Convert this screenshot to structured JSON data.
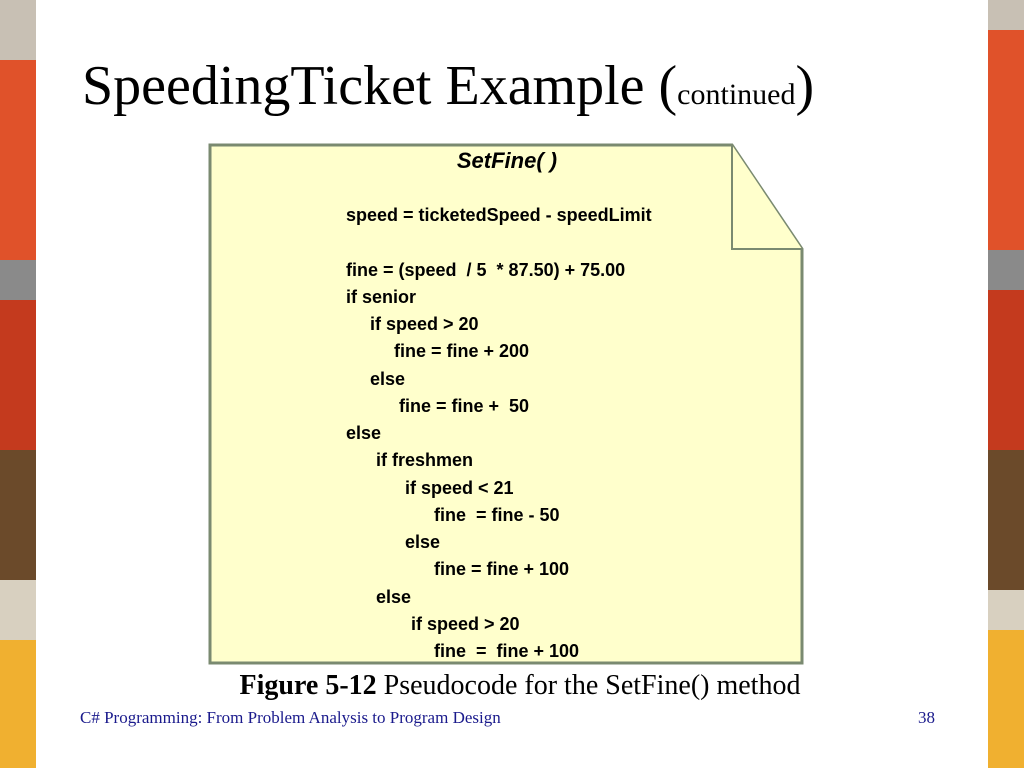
{
  "slide": {
    "title_main": "SpeedingTicket Example (",
    "title_sub": "continued",
    "title_close": ")"
  },
  "figure": {
    "method_name": "SetFine( )",
    "pseudocode": [
      "speed = ticketedSpeed - speedLimit",
      "fine = (speed  / 5  * 87.50) + 75.00",
      "if senior",
      "if speed > 20",
      "fine = fine + 200",
      "else",
      "fine = fine +  50",
      "else",
      "if freshmen",
      "if speed < 21",
      "fine  = fine - 50",
      "else",
      "fine = fine + 100",
      "else",
      "if speed > 20",
      "fine  =  fine + 100"
    ],
    "caption_label": "Figure 5-12",
    "caption_text": " Pseudocode for the SetFine() method"
  },
  "footer": {
    "course": "C# Programming: From Problem Analysis to Program Design",
    "page_number": "38"
  },
  "colors": {
    "note_fill": "#ffffcc",
    "note_border": "#7a8a70",
    "footer_text": "#1a1a8c"
  }
}
